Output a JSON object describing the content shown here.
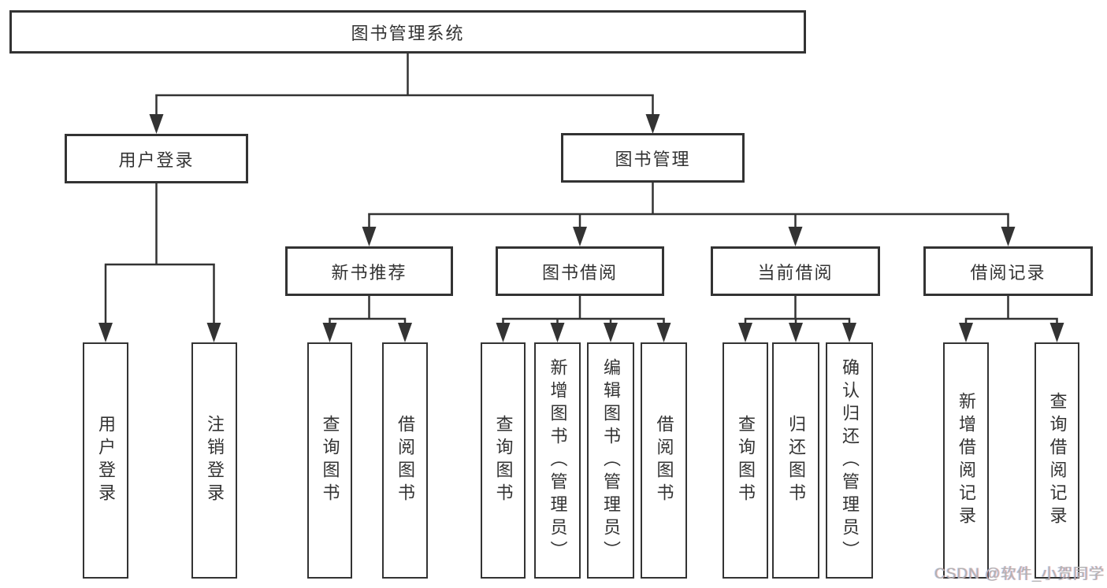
{
  "tree": {
    "root": {
      "label": "图书管理系统"
    },
    "branches": [
      {
        "label": "用户登录",
        "children": [
          {
            "label": "用户登录"
          },
          {
            "label": "注销登录"
          }
        ]
      },
      {
        "label": "图书管理",
        "children": [
          {
            "label": "新书推荐",
            "children": [
              {
                "label": "查询图书"
              },
              {
                "label": "借阅图书"
              }
            ]
          },
          {
            "label": "图书借阅",
            "children": [
              {
                "label": "查询图书"
              },
              {
                "label": "新增图书（管理员）"
              },
              {
                "label": "编辑图书（管理员）"
              },
              {
                "label": "借阅图书"
              }
            ]
          },
          {
            "label": "当前借阅",
            "children": [
              {
                "label": "查询图书"
              },
              {
                "label": "归还图书"
              },
              {
                "label": "确认归还（管理员）"
              }
            ]
          },
          {
            "label": "借阅记录",
            "children": [
              {
                "label": "新增借阅记录"
              },
              {
                "label": "查询借阅记录"
              }
            ]
          }
        ]
      }
    ]
  },
  "watermark": {
    "text": "CSDN @软件_小贺同学"
  },
  "colors": {
    "line": "#333333",
    "text": "#333333",
    "node_fill": "#ffffff",
    "background": "#ffffff",
    "watermark": "#b2b2b2"
  }
}
